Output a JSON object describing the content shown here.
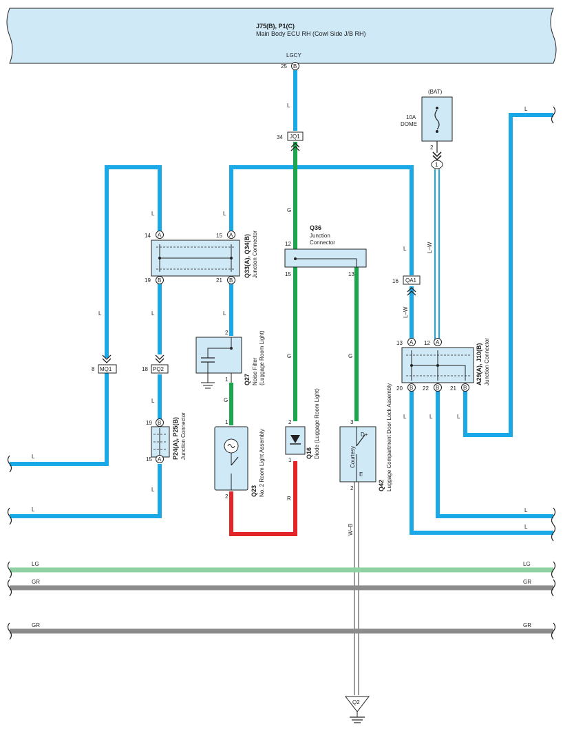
{
  "ecu": {
    "title": "J75(B), P1(C)",
    "subtitle": "Main Body ECU RH (Cowl Side J/B RH)",
    "signal": "LGCY",
    "pin": "25",
    "pin_letter": "B"
  },
  "jq1": {
    "pin": "34",
    "name": "JQ1"
  },
  "bat": {
    "label": "(BAT)",
    "fuse_amp": "10A",
    "fuse_name": "DOME",
    "pin": "2",
    "circle": "1"
  },
  "q33": {
    "title": "Q33(A), Q34(B)",
    "subtitle": "Junction Connector",
    "pin_a14": "14",
    "pin_a15": "15",
    "pin_b19": "19",
    "pin_b21": "21",
    "a": "A",
    "b": "B"
  },
  "q36": {
    "code": "Q36",
    "name1": "Junction",
    "name2": "Connector",
    "pin12": "12",
    "pin15": "15",
    "pin13": "13"
  },
  "q27": {
    "code": "Q27",
    "name1": "Noise Filter",
    "name2": "(Luggage Room Light)",
    "pin2": "2",
    "pin1": "1"
  },
  "q23": {
    "code": "Q23",
    "name": "No. 2 Room Light Assembly",
    "pin1": "1",
    "pin2": "2"
  },
  "q16": {
    "code": "Q16",
    "name": "Diode (Luggage Room Light)",
    "pin2": "2",
    "pin1": "1"
  },
  "q42": {
    "code": "Q42",
    "name": "Luggage Compartment Door Lock Assembly",
    "switch": "Courtesy",
    "d_plus": "D+",
    "e": "E",
    "pin3": "3",
    "pin2": "2"
  },
  "qa1": {
    "pin": "16",
    "name": "QA1"
  },
  "a29": {
    "title": "A29(A), J10(B)",
    "subtitle": "Junction Connector",
    "pin13": "13",
    "pin12": "12",
    "pin20": "20",
    "pin22": "22",
    "pin21": "21",
    "a": "A",
    "b": "B"
  },
  "mq1": {
    "pin": "8",
    "name": "MQ1"
  },
  "pq2": {
    "pin": "18",
    "name": "PQ2"
  },
  "p24": {
    "title": "P24(A), P25(B)",
    "subtitle": "Junction Connector",
    "pin19": "19",
    "pin15": "15",
    "a": "A",
    "b": "B"
  },
  "ground": {
    "name": "Q2"
  },
  "wires": {
    "L": "L",
    "G": "G",
    "R": "R",
    "WB": "W–B",
    "LW": "L–W",
    "LG": "LG",
    "GR": "GR"
  },
  "colors": {
    "blue": "#1ba8e6",
    "green": "#1aa64a",
    "red": "#e42528",
    "lightgreen": "#8fd1a2",
    "gray": "#8c8c8c",
    "box": "#cfe9f7"
  }
}
